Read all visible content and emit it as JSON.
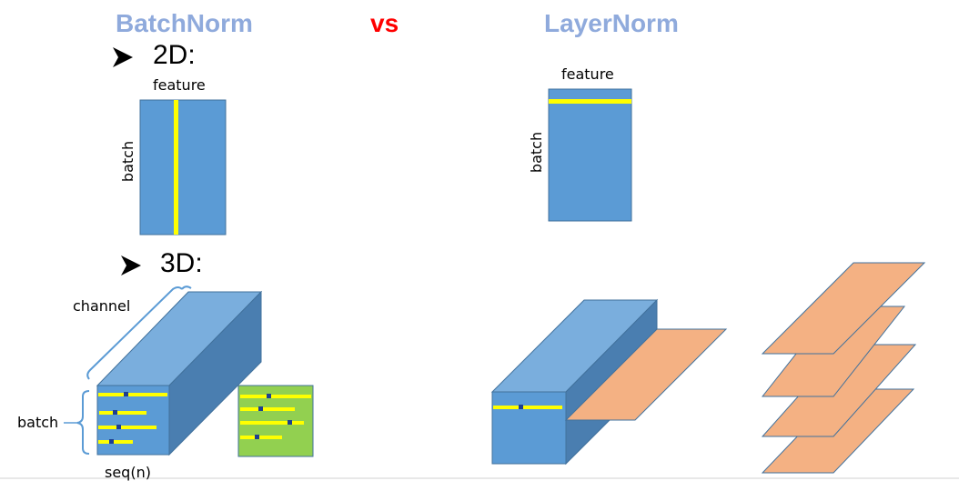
{
  "titles": {
    "batchnorm": "BatchNorm",
    "vs": "vs",
    "layernorm": "LayerNorm"
  },
  "sections": {
    "two_d": "2D:",
    "three_d": "3D:"
  },
  "labels": {
    "feature": "feature",
    "batch": "batch",
    "channel": "channel",
    "seq": "seq(n)"
  },
  "colors": {
    "title_blue": "#8faadc",
    "vs_red": "#ff0000",
    "block_blue": "#5b9bd5",
    "block_top": "#7aaedd",
    "block_side": "#4a7eb0",
    "highlight": "#ffff00",
    "green": "#92d050",
    "orange": "#f4b183",
    "dark_blue": "#1f3f8f"
  },
  "icons": {
    "bullet": "arrowhead-bullet-icon"
  }
}
